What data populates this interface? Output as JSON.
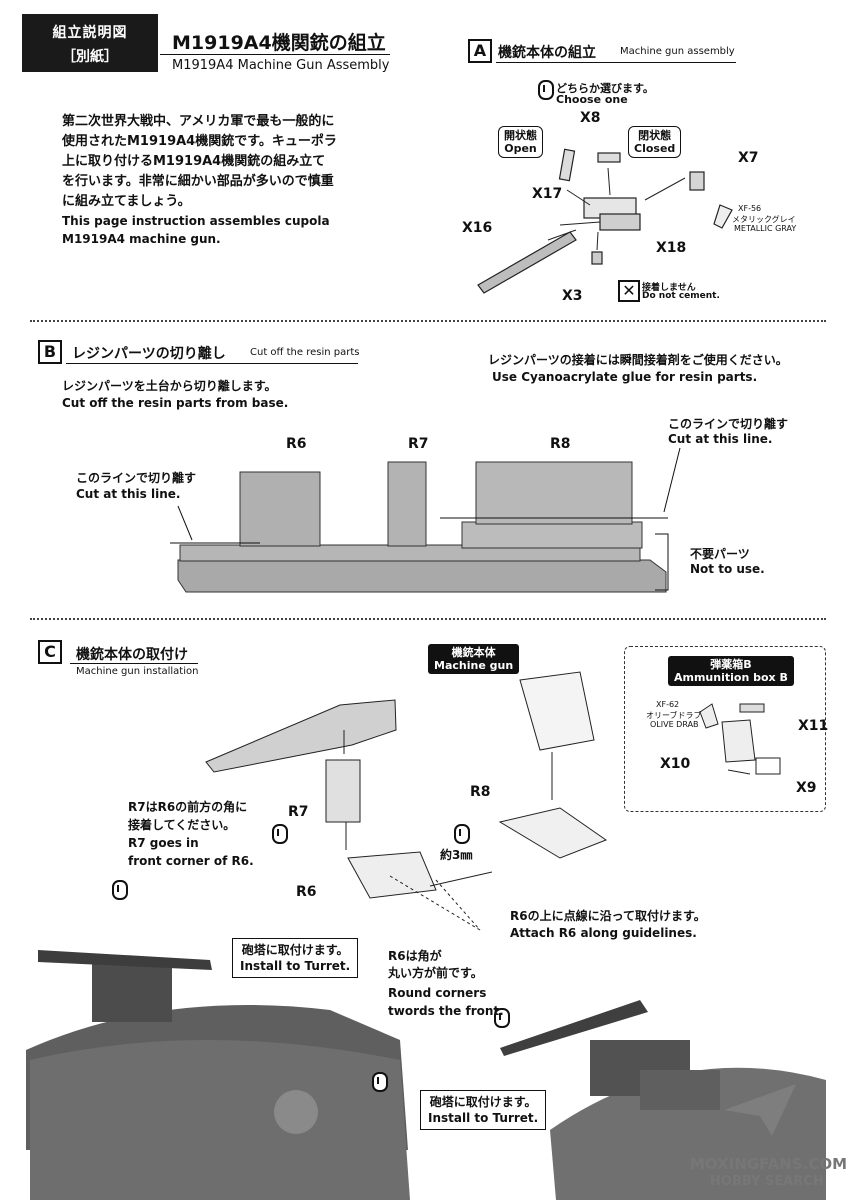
{
  "header": {
    "tag_line1": "組立説明図",
    "tag_line2": "［別紙］",
    "title_jp": "M1919A4機関銃の組立",
    "title_en": "M1919A4 Machine Gun Assembly"
  },
  "intro": {
    "jp_lines": [
      "第二次世界大戦中、アメリカ軍で最も一般的に",
      "使用されたM1919A4機関銃です。キューポラ",
      "上に取り付けるM1919A4機関銃の組み立て",
      "を行います。非常に細かい部品が多いので慎重",
      "に組み立てましょう。"
    ],
    "en_lines": [
      "This page instruction assembles cupola",
      "M1919A4 machine gun."
    ]
  },
  "section_a": {
    "letter": "A",
    "title_jp": "機銃本体の組立",
    "title_en": "Machine gun assembly",
    "choose_jp": "どちらか選びます。",
    "choose_en": "Choose one",
    "open_jp": "開状態",
    "open_en": "Open",
    "closed_jp": "閉状態",
    "closed_en": "Closed",
    "parts": {
      "x8": "X8",
      "x7": "X7",
      "x17": "X17",
      "x18": "X18",
      "x16": "X16",
      "x3": "X3"
    },
    "paint_code": "XF-56",
    "paint_jp": "メタリックグレイ",
    "paint_en": "METALLIC GRAY",
    "no_cement_jp": "接着しません",
    "no_cement_en": "Do not cement."
  },
  "section_b": {
    "letter": "B",
    "title_jp": "レジンパーツの切り離し",
    "title_en": "Cut off the resin parts",
    "cut_jp": "レジンパーツを土台から切り離します。",
    "cut_en": "Cut off the resin parts from base.",
    "glue_jp": "レジンパーツの接着には瞬間接着剤をご使用ください。",
    "glue_en": "Use Cyanoacrylate glue for resin parts.",
    "line_left_jp": "このラインで切り離す",
    "line_left_en": "Cut at this line.",
    "line_right_jp": "このラインで切り離す",
    "line_right_en": "Cut at this line.",
    "r6": "R6",
    "r7": "R7",
    "r8": "R8",
    "not_use_jp": "不要パーツ",
    "not_use_en": "Not to use."
  },
  "section_c": {
    "letter": "C",
    "title_jp": "機銃本体の取付け",
    "title_en": "Machine gun installation",
    "mg_jp": "機銃本体",
    "mg_en": "Machine gun",
    "ammo_jp": "弾薬箱B",
    "ammo_en": "Ammunition box B",
    "paint_code": "XF-62",
    "paint_jp": "オリーブドラブ",
    "paint_en": "OLIVE DRAB",
    "x9": "X9",
    "x10": "X10",
    "x11": "X11",
    "r6": "R6",
    "r7": "R7",
    "r8": "R8",
    "approx": "約3㎜",
    "note_r7_jp1": "R7はR6の前方の角に",
    "note_r7_jp2": "接着してください。",
    "note_r7_en1": "R7 goes in",
    "note_r7_en2": "front corner of R6.",
    "note_r6_jp": "R6の上に点線に沿って取付けます。",
    "note_r6_en": "Attach R6 along guidelines.",
    "note_round_jp1": "R6は角が",
    "note_round_jp2": "丸い方が前です。",
    "note_round_en1": "Round corners",
    "note_round_en2": "twords the front.",
    "install_left_jp": "砲塔に取付けます。",
    "install_left_en": "Install to Turret.",
    "install_right_jp": "砲塔に取付けます。",
    "install_right_en": "Install to Turret."
  },
  "watermark": {
    "line1": "MOXINGFANS.COM",
    "line2": "HOBBY SEARCH"
  }
}
